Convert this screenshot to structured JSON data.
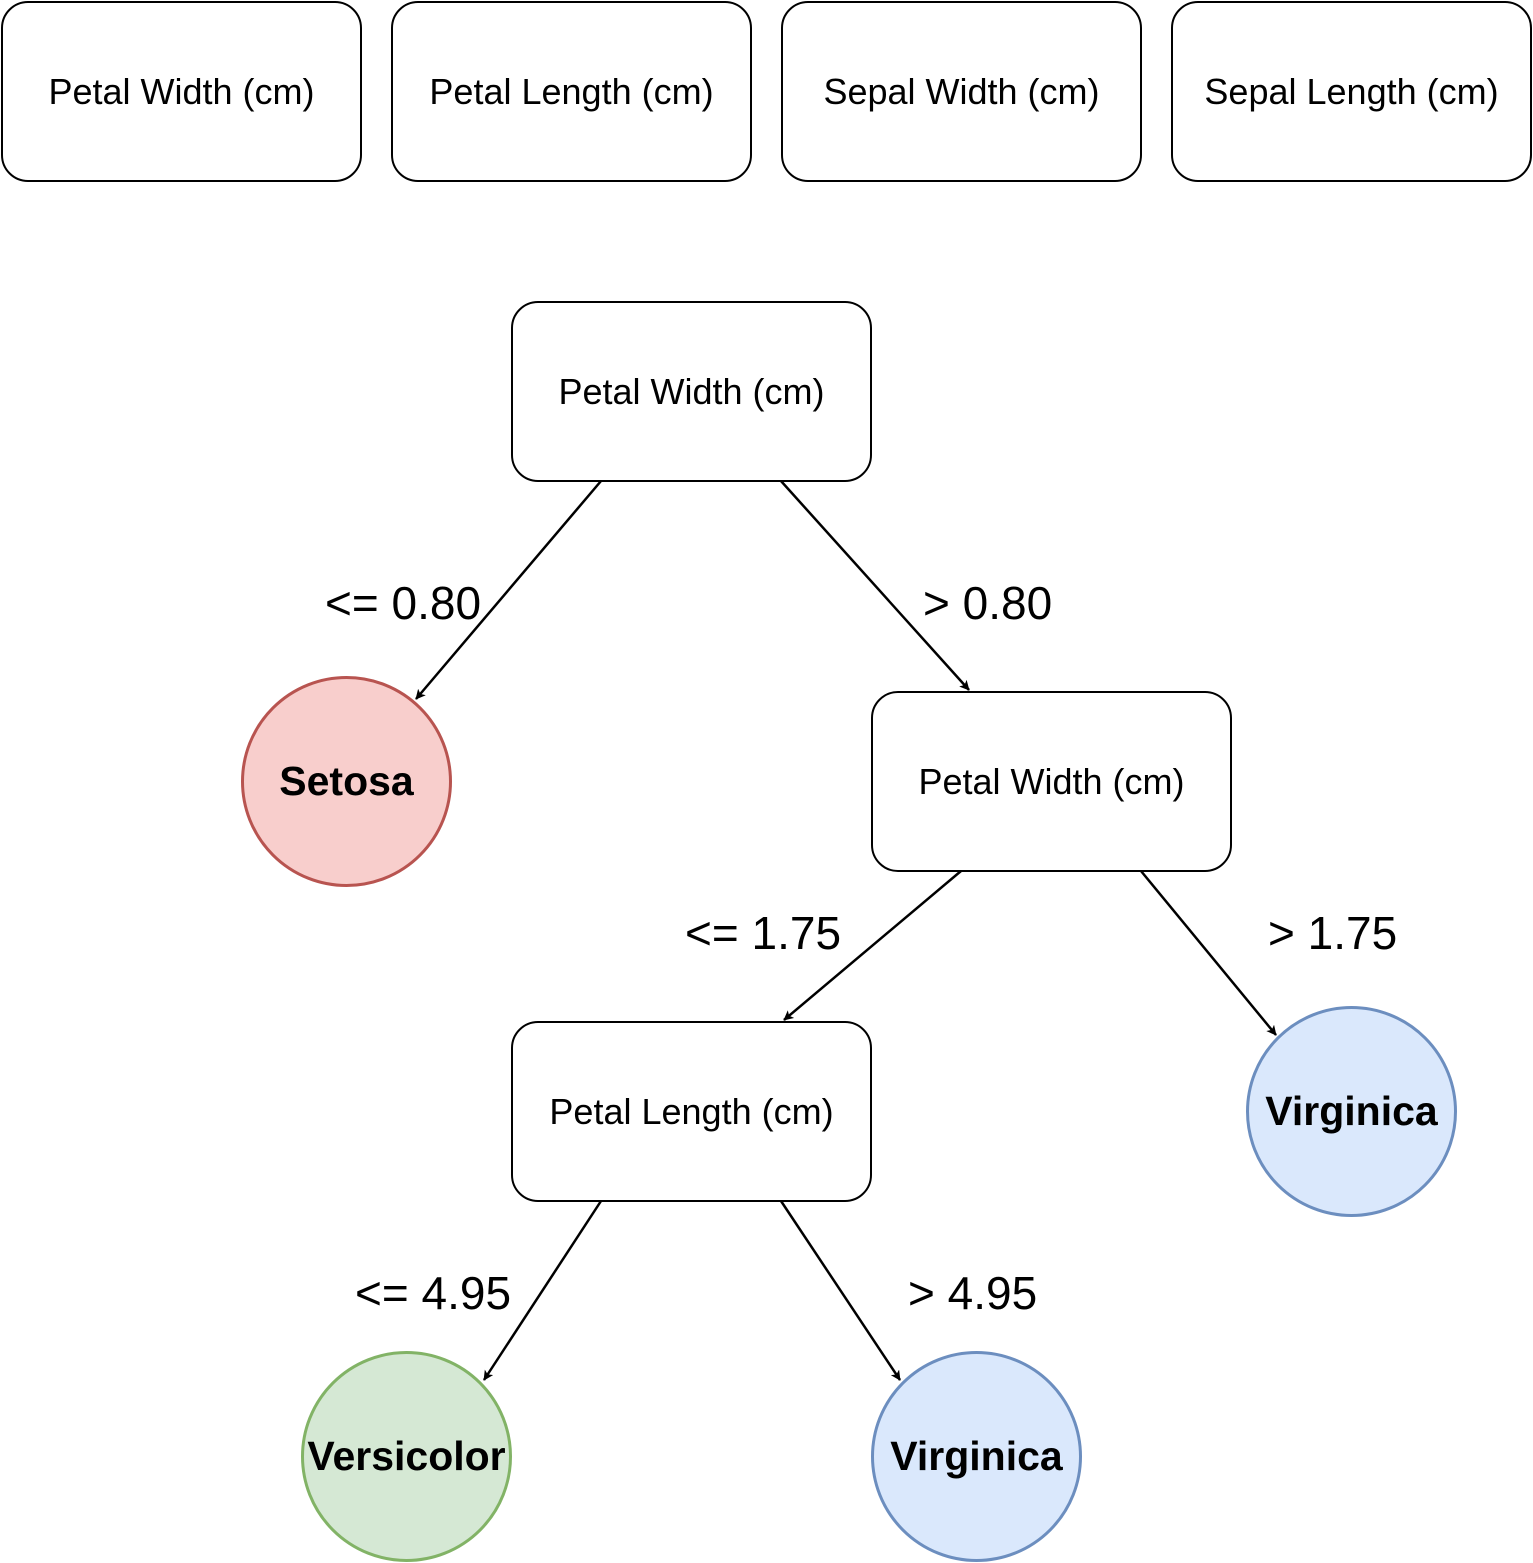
{
  "feature_row": [
    "Petal Width (cm)",
    "Petal Length (cm)",
    "Sepal Width (cm)",
    "Sepal Length (cm)"
  ],
  "tree": {
    "root": {
      "label": "Petal Width (cm)"
    },
    "node2": {
      "label": "Petal Width (cm)"
    },
    "node3": {
      "label": "Petal Length (cm)"
    },
    "leaves": {
      "setosa": {
        "label": "Setosa",
        "fill": "#f8cecc",
        "stroke": "#b85450"
      },
      "virginica_right": {
        "label": "Virginica",
        "fill": "#dae8fc",
        "stroke": "#6c8ebf"
      },
      "versicolor": {
        "label": "Versicolor",
        "fill": "#d5e8d4",
        "stroke": "#82b366"
      },
      "virginica_bottom": {
        "label": "Virginica",
        "fill": "#dae8fc",
        "stroke": "#6c8ebf"
      }
    },
    "edge_labels": {
      "root_left": "<= 0.80",
      "root_right": "> 0.80",
      "node2_left": "<= 1.75",
      "node2_right": "> 1.75",
      "node3_left": "<= 4.95",
      "node3_right": "> 4.95"
    }
  }
}
